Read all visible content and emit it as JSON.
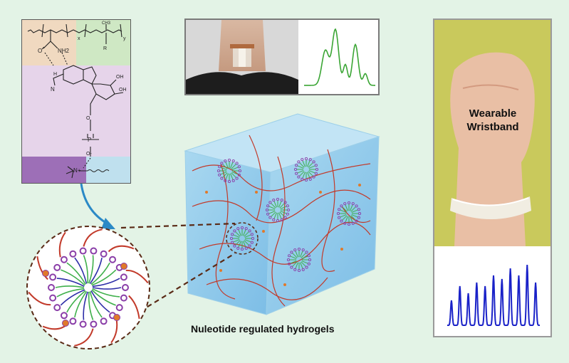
{
  "caption": "Nuleotide regulated  hydrogels",
  "wristband_label": {
    "line1": "Wearable",
    "line2": "Wristband"
  },
  "colors": {
    "background": "#e3f3e6",
    "neck_signal": "#3aa534",
    "wrist_signal": "#1a22c8",
    "polymer_chain": "#c23a2a",
    "micelle_core": "#3fb04b",
    "dna_ring": "#8a3ea8",
    "hydrogel": "#8fc9ea",
    "dashed_link": "#5a2a16",
    "arrow": "#2b89c6"
  },
  "chemistry": {
    "zone_colors": [
      "#f0d9c0",
      "#cfe8c4",
      "#e6d4ea",
      "#9d6fb7",
      "#bfe0ee"
    ],
    "subscripts": {
      "x": "x",
      "y": "y"
    },
    "atoms": {
      "nh2": "NH2",
      "o_carbonyl": "O",
      "n_h": "N",
      "h_bond": "H",
      "oh_top": "OH",
      "oh_bottom": "OH",
      "o_ring": "O",
      "p": "P",
      "o_minus": "O-",
      "n_plus": "N+",
      "r": "R",
      "ch3": "CH3"
    }
  },
  "icons": [
    "curved-arrow-icon",
    "neck-sensor-photo",
    "wrist-photo"
  ]
}
